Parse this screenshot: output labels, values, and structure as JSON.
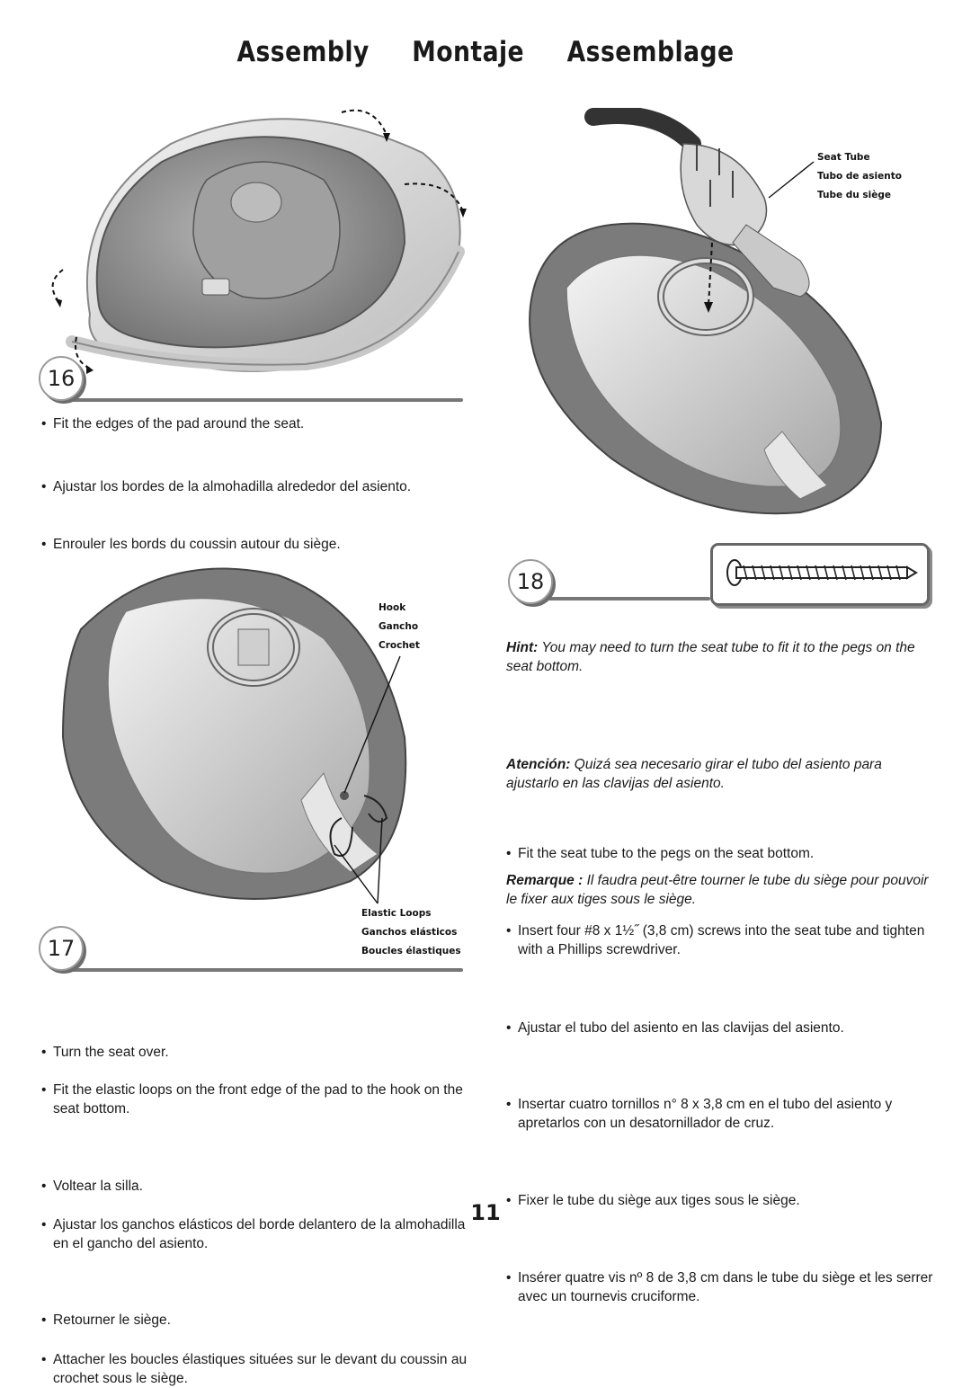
{
  "page": {
    "title_en": "Assembly",
    "title_es": "Montaje",
    "title_fr": "Assemblage",
    "page_number": "11"
  },
  "step16": {
    "number": "16",
    "text_en": "Fit the edges of the pad around the seat.",
    "text_es": "Ajustar los bordes de la almohadilla alrededor del asiento.",
    "text_fr": "Enrouler les bords du coussin autour du siège."
  },
  "step17": {
    "number": "17",
    "callout_hook": [
      "Hook",
      "Gancho",
      "Crochet"
    ],
    "callout_loops": [
      "Elastic Loops",
      "Ganchos elásticos",
      "Boucles élastiques"
    ],
    "en_1": "Turn the seat over.",
    "en_2": "Fit the elastic loops on the front edge of the pad to the hook on the seat bottom.",
    "es_1": "Voltear la silla.",
    "es_2": "Ajustar los ganchos elásticos del borde delantero de la almohadilla en el gancho del asiento.",
    "fr_1": "Retourner le siège.",
    "fr_2": "Attacher les boucles élastiques situées sur le devant du coussin au crochet sous le siège."
  },
  "step18": {
    "number": "18",
    "callout_tube": [
      "Seat Tube",
      "Tubo de asiento",
      "Tube du siège"
    ],
    "en_1": "Fit the seat tube to the pegs on the seat bottom.",
    "hint_en_label": "Hint:",
    "hint_en": " You may need to turn the seat tube to fit it to the pegs on the seat bottom.",
    "en_2": "Insert four #8 x 1½˝ (3,8 cm) screws into the seat tube and tighten with a Phillips screwdriver.",
    "es_1": "Ajustar el tubo del asiento en las clavijas del asiento.",
    "hint_es_label": "Atención:",
    "hint_es": " Quizá sea necesario girar el tubo del asiento para ajustarlo en las clavijas del asiento.",
    "es_2": "Insertar cuatro tornillos n° 8 x 3,8 cm en el tubo del asiento y apretarlos con un desatornillador de cruz.",
    "fr_1": "Fixer le tube du siège aux tiges sous le siège.",
    "hint_fr_label": "Remarque :",
    "hint_fr": " Il faudra peut-être tourner le tube du siège pour pouvoir le fixer aux tiges sous le siège.",
    "fr_2": "Insérer quatre vis nº 8 de 3,8 cm dans le tube du siège et les serrer avec un tournevis cruciforme."
  },
  "colors": {
    "ink": "#1a1a1a",
    "rule": "#777777",
    "pad_fabric": "#8c8c8c",
    "plastic": "#d9d9d9"
  }
}
